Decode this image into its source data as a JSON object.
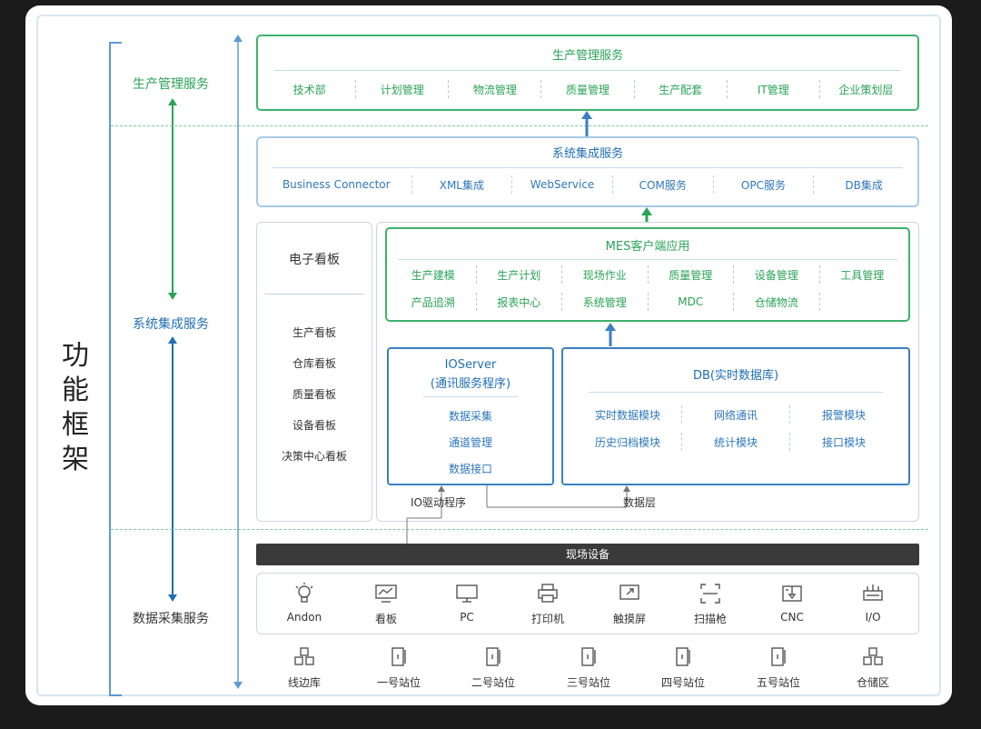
{
  "left": {
    "framework_title": "功能框架",
    "production_service": "生产管理服务",
    "integration_service": "系统集成服务",
    "collection_service": "数据采集服务"
  },
  "production": {
    "title": "生产管理服务",
    "items": [
      "技术部",
      "计划管理",
      "物流管理",
      "质量管理",
      "生产配套",
      "IT管理",
      "企业策划层"
    ]
  },
  "integration": {
    "title": "系统集成服务",
    "items": [
      "Business Connector",
      "XML集成",
      "WebService",
      "COM服务",
      "OPC服务",
      "DB集成"
    ]
  },
  "kanban": {
    "title": "电子看板",
    "items": [
      "生产看板",
      "仓库看板",
      "质量看板",
      "设备看板",
      "决策中心看板"
    ]
  },
  "mes": {
    "title": "MES客户端应用",
    "row1": [
      "生产建模",
      "生产计划",
      "现场作业",
      "质量管理",
      "设备管理",
      "工具管理"
    ],
    "row2": [
      "产品追溯",
      "报表中心",
      "系统管理",
      "MDC",
      "仓储物流"
    ]
  },
  "ioserver": {
    "title1": "IOServer",
    "title2": "(通讯服务程序)",
    "items": [
      "数据采集",
      "通道管理",
      "数据接口"
    ]
  },
  "db": {
    "title": "DB(实时数据库)",
    "row1": [
      "实时数据模块",
      "网络通讯",
      "报警模块"
    ],
    "row2": [
      "历史归档模块",
      "统计模块",
      "接口模块"
    ]
  },
  "flow": {
    "io_driver": "IO驱动程序",
    "data_layer": "数据层"
  },
  "field": {
    "bar_label": "现场设备",
    "devices": [
      {
        "label": "Andon",
        "icon": "bulb-icon"
      },
      {
        "label": "看板",
        "icon": "chart-monitor-icon"
      },
      {
        "label": "PC",
        "icon": "monitor-icon"
      },
      {
        "label": "打印机",
        "icon": "printer-icon"
      },
      {
        "label": "触摸屏",
        "icon": "touchscreen-icon"
      },
      {
        "label": "扫描枪",
        "icon": "scanner-icon"
      },
      {
        "label": "CNC",
        "icon": "cnc-icon"
      },
      {
        "label": "I/O",
        "icon": "io-icon"
      }
    ],
    "stations": [
      {
        "label": "线边库",
        "icon": "boxes-icon"
      },
      {
        "label": "一号站位",
        "icon": "station-icon"
      },
      {
        "label": "二号站位",
        "icon": "station-icon"
      },
      {
        "label": "三号站位",
        "icon": "station-icon"
      },
      {
        "label": "四号站位",
        "icon": "station-icon"
      },
      {
        "label": "五号站位",
        "icon": "station-icon"
      },
      {
        "label": "仓储区",
        "icon": "boxes-icon"
      }
    ]
  },
  "colors": {
    "green": "#2aa356",
    "blue": "#1f6fb3",
    "border_blue": "#3b7fc2",
    "dark_bar": "#3a3a3a"
  }
}
